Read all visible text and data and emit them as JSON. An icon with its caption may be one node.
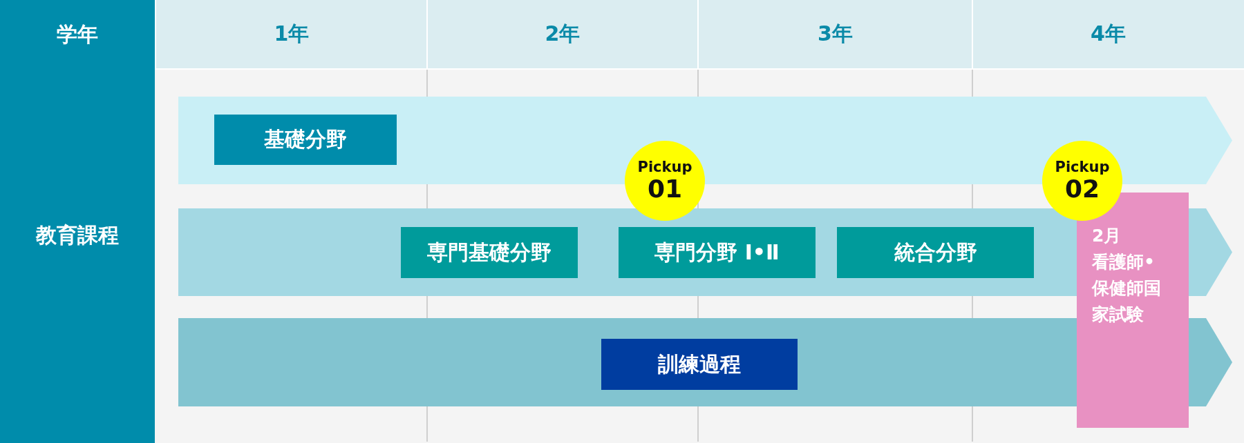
{
  "diagram": {
    "nodes": [
      {
        "text": [
          "基礎分野"
        ]
      },
      {
        "text": [
          "Pickup",
          "01"
        ]
      },
      {
        "text": [
          "Pickup",
          "02"
        ]
      },
      {
        "text": [
          "専門基礎分野"
        ]
      },
      {
        "text": [
          "専門分野 Ⅰ•Ⅱ"
        ]
      },
      {
        "text": [
          "統合分野"
        ]
      },
      {
        "text": [
          "2月",
          "看護師•保健師国家試験"
        ]
      },
      {
        "text": [
          "訓練過程"
        ]
      }
    ],
    "edges": [],
    "labels": [
      "学年",
      "1年",
      "2年",
      "3年",
      "4年",
      "教育課程"
    ]
  }
}
